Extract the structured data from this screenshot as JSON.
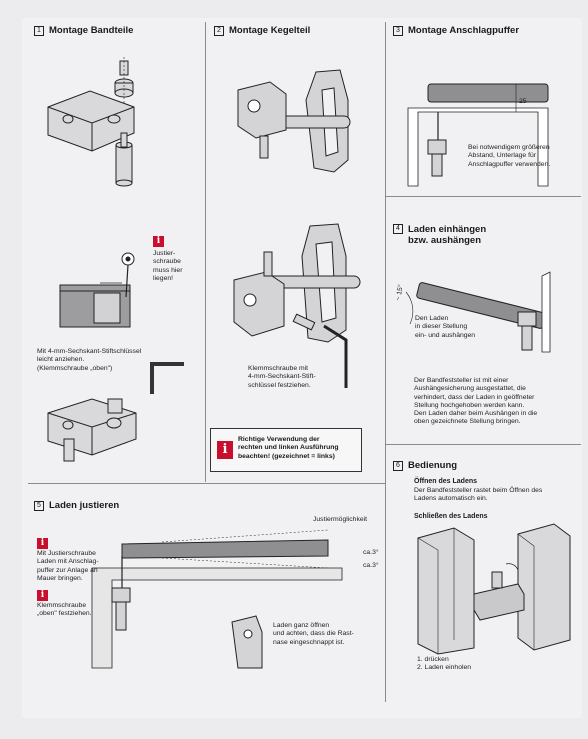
{
  "sections": {
    "s1": {
      "num": "1",
      "title": "Montage Bandteile"
    },
    "s2": {
      "num": "2",
      "title": "Montage Kegelteil"
    },
    "s3": {
      "num": "3",
      "title": "Montage Anschlagpuffer"
    },
    "s4": {
      "num": "4",
      "title_line1": "Laden einhängen",
      "title_line2": "bzw. aushängen"
    },
    "s5": {
      "num": "5",
      "title": "Laden justieren"
    },
    "s6": {
      "num": "6",
      "title": "Bedienung"
    }
  },
  "s1_texts": {
    "justier": [
      "Justier-",
      "schraube",
      "muss hier",
      "liegen!"
    ],
    "key": [
      "Mit 4-mm-Sechskant-Stiftschlüssel",
      "leicht anziehen.",
      "(Klemmschraube „oben\")"
    ]
  },
  "s2_texts": {
    "klemm": [
      "Klemmschraube mit",
      "4-mm-Sechskant-Stift-",
      "schlüssel festziehen."
    ],
    "notice": [
      "Richtige Verwendung der",
      "rechten und linken Ausführung",
      "beachten! (gezeichnet = links)"
    ]
  },
  "s3_texts": {
    "dim": "25",
    "desc": [
      "Bei notwendigem größeren",
      "Abstand, Unterlage für",
      "Anschlagpuffer verwenden."
    ]
  },
  "s4_texts": {
    "angle": "~ 15°",
    "label": [
      "Den Laden",
      "in dieser Stellung",
      "ein- und aushängen"
    ],
    "desc": [
      "Der Bandfeststeller ist mit einer",
      "Aushängesicherung ausgestattet, die",
      "verhindert, dass der Laden in geöffneter",
      "Stellung hochgehoben werden kann.",
      "Den Laden daher beim Aushängen in die",
      "oben gezeichnete Stellung bringen."
    ]
  },
  "s5_texts": {
    "justmog": "Justiermöglichkeit",
    "ca1": "ca.3°",
    "ca2": "ca.3°",
    "t1": [
      "Mit Justierschraube",
      "Laden mit Anschlag-",
      "puffer zur Anlage an",
      "Mauer bringen."
    ],
    "t2": [
      "Klemmschraube",
      "„oben\" festziehen."
    ],
    "t3": [
      "Laden ganz öffnen",
      "und achten, dass die Rast-",
      "nase eingeschnappt ist."
    ]
  },
  "s6_texts": {
    "open_h": "Öffnen des Ladens",
    "open_t": [
      "Der Bandfeststeller rastet beim Öffnen des",
      "Ladens automatisch ein."
    ],
    "close_h": "Schließen des Ladens",
    "steps": [
      "1. drücken",
      "2. Laden einholen"
    ]
  },
  "info_glyph": "i",
  "colors": {
    "accent": "#c8102e"
  }
}
